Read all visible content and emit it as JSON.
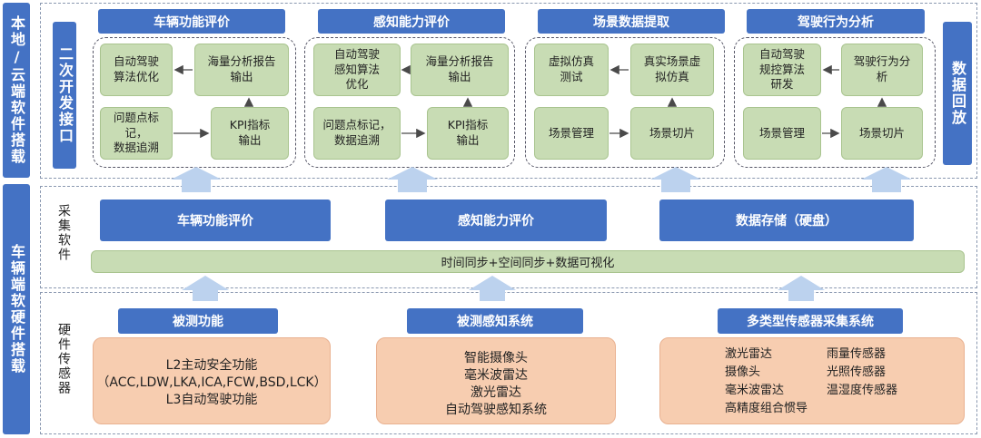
{
  "left_labels": {
    "top": "本地/云端软件搭载",
    "bottom": "车辆端软硬件搭载"
  },
  "top": {
    "dev_interface": "二次开发接口",
    "replay": "数据回放",
    "groups": [
      {
        "header": "车辆功能评价",
        "boxes": [
          "自动驾驶\n算法优化",
          "海量分析报告\n输出",
          "问题点标记，\n数据追溯",
          "KPI指标\n输出"
        ]
      },
      {
        "header": "感知能力评价",
        "boxes": [
          "自动驾驶\n感知算法\n优化",
          "海量分析报告\n输出",
          "问题点标记，\n数据追溯",
          "KPI指标\n输出"
        ]
      },
      {
        "header": "场景数据提取",
        "boxes": [
          "虚拟仿真\n测试",
          "真实场景虚\n拟仿真",
          "场景管理",
          "场景切片"
        ]
      },
      {
        "header": "驾驶行为分析",
        "boxes": [
          "自动驾驶\n规控算法\n研发",
          "驾驶行为分\n析",
          "场景管理",
          "场景切片"
        ]
      }
    ]
  },
  "middle": {
    "label": "采集软件",
    "headers": [
      "车辆功能评价",
      "感知能力评价",
      "数据存储（硬盘）"
    ],
    "sync": "时间同步+空间同步+数据可视化"
  },
  "bottom": {
    "label": "硬件传感器",
    "headers": [
      "被测功能",
      "被测感知系统",
      "多类型传感器采集系统"
    ],
    "box1": "L2主动安全功能\n（ACC,LDW,LKA,ICA,FCW,BSD,LCK）\nL3自动驾驶功能",
    "box2": "智能摄像头\n毫米波雷达\n激光雷达\n自动驾驶感知系统",
    "sensors_left": [
      "激光雷达",
      "摄像头",
      "毫米波雷达",
      "高精度组合惯导"
    ],
    "sensors_right": [
      "雨量传感器",
      "光照传感器",
      "温湿度传感器"
    ]
  },
  "colors": {
    "header_blue": "#4472c4",
    "green_box": "#c8dcb4",
    "peach_box": "#f7cdb0",
    "arrow_light": "#bcd2ee"
  }
}
